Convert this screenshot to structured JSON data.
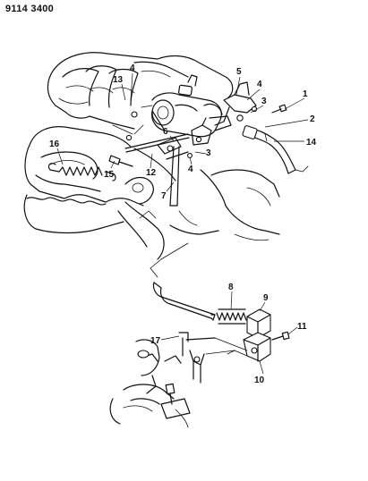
{
  "page_code": "9114 3400",
  "callouts": [
    {
      "id": "c1",
      "label": "1"
    },
    {
      "id": "c2",
      "label": "2"
    },
    {
      "id": "c3a",
      "label": "3"
    },
    {
      "id": "c3b",
      "label": "3"
    },
    {
      "id": "c4a",
      "label": "4"
    },
    {
      "id": "c4b",
      "label": "4"
    },
    {
      "id": "c4c",
      "label": "4"
    },
    {
      "id": "c5",
      "label": "5"
    },
    {
      "id": "c6",
      "label": "6"
    },
    {
      "id": "c7",
      "label": "7"
    },
    {
      "id": "c8",
      "label": "8"
    },
    {
      "id": "c9",
      "label": "9"
    },
    {
      "id": "c10",
      "label": "10"
    },
    {
      "id": "c11",
      "label": "11"
    },
    {
      "id": "c12",
      "label": "12"
    },
    {
      "id": "c13",
      "label": "13"
    },
    {
      "id": "c14",
      "label": "14"
    },
    {
      "id": "c15",
      "label": "15"
    },
    {
      "id": "c16",
      "label": "16"
    },
    {
      "id": "c17",
      "label": "17"
    }
  ]
}
